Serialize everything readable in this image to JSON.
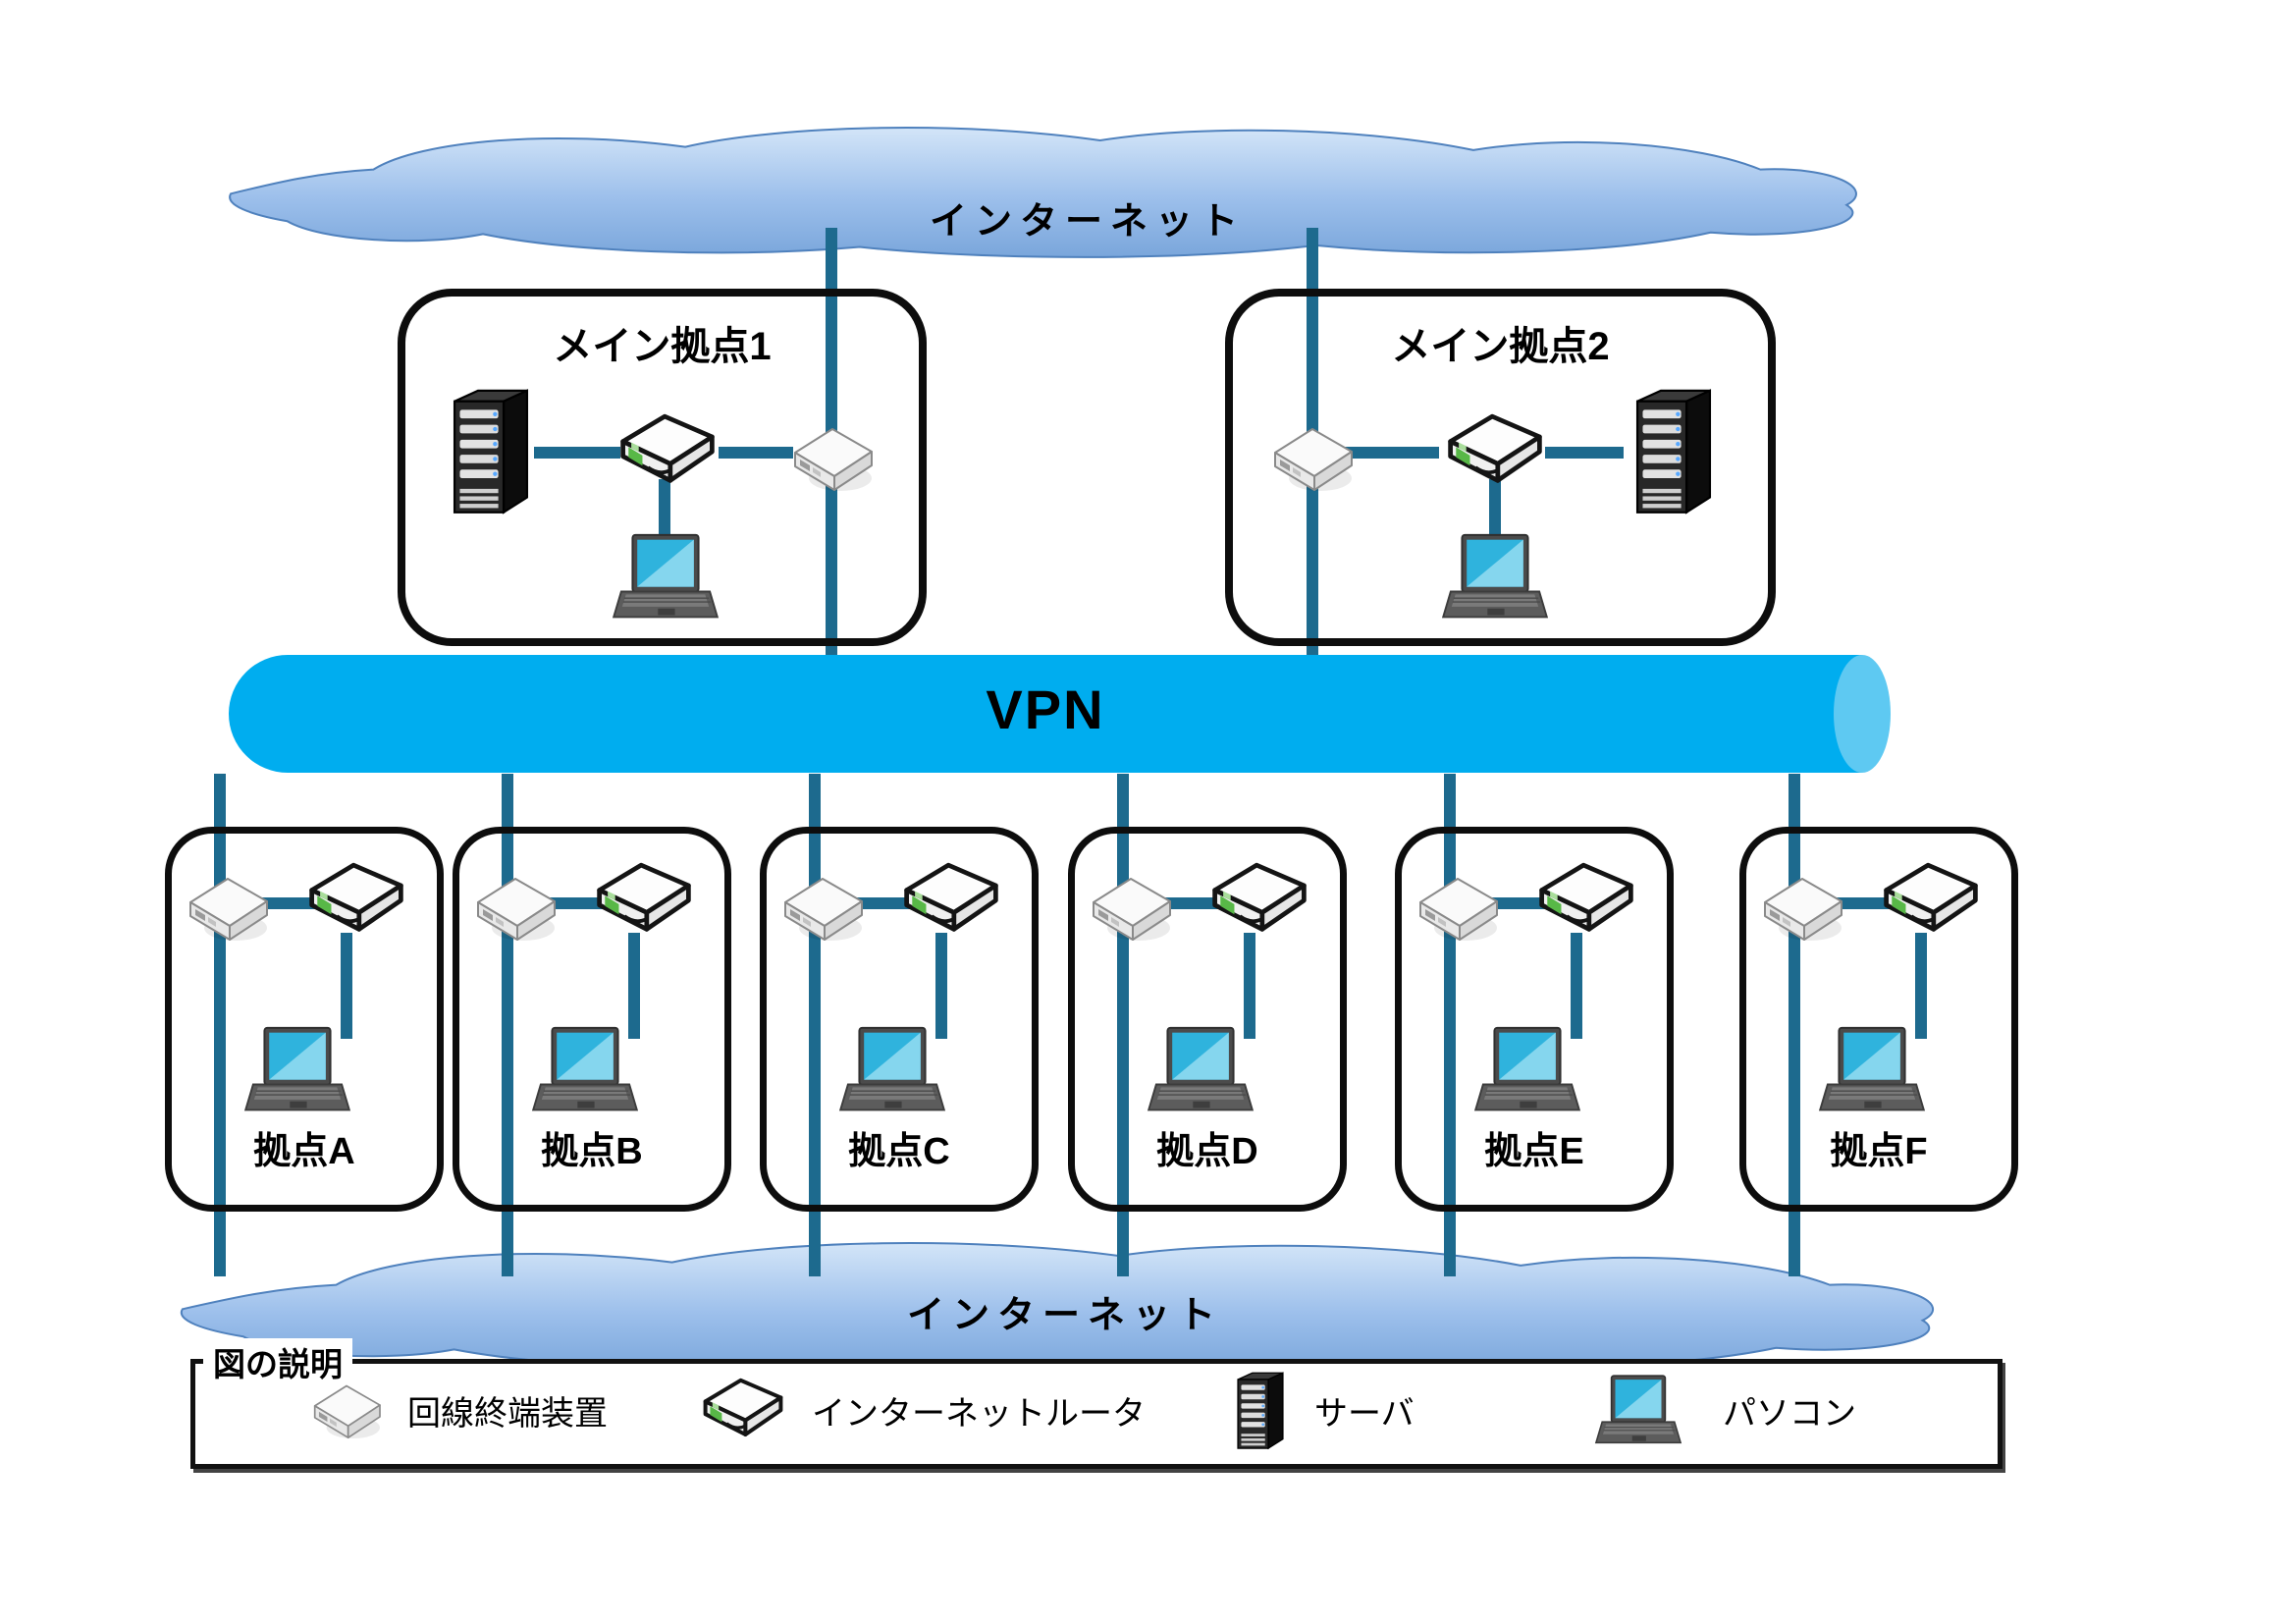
{
  "diagram": {
    "internet_top": {
      "label": "インターネット"
    },
    "internet_bottom": {
      "label": "インターネット"
    },
    "vpn": {
      "label": "VPN"
    },
    "main_sites": [
      {
        "label": "メイン拠点1"
      },
      {
        "label": "メイン拠点2"
      }
    ],
    "branch_sites": [
      {
        "label": "拠点A"
      },
      {
        "label": "拠点B"
      },
      {
        "label": "拠点C"
      },
      {
        "label": "拠点D"
      },
      {
        "label": "拠点E"
      },
      {
        "label": "拠点F"
      }
    ],
    "legend": {
      "title": "図の説明",
      "items": [
        {
          "icon": "modem-icon",
          "label": "回線終端装置"
        },
        {
          "icon": "router-icon",
          "label": "インターネットルータ"
        },
        {
          "icon": "server-icon",
          "label": "サーバ"
        },
        {
          "icon": "pc-icon",
          "label": "パソコン"
        }
      ]
    },
    "colors": {
      "line": "#1d6a8e",
      "vpn-body": "#00ADEF",
      "vpn-cap": "#5ec9f2",
      "cloud-light": "#d3e5f8",
      "cloud-mid": "#9cbfeb",
      "cloud-dark": "#7aa6db",
      "cloud-outline": "#4f81bd",
      "box-border": "#0d0d0d"
    }
  }
}
